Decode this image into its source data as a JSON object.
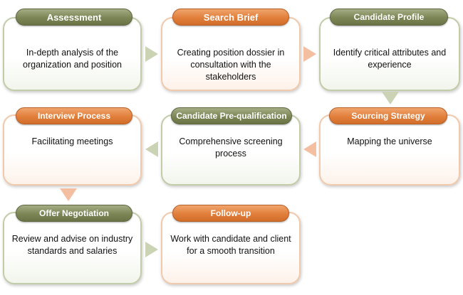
{
  "steps": [
    {
      "title": "Assessment",
      "text": "In-depth analysis of the organization and position",
      "accent": "#7c8555"
    },
    {
      "title": "Search Brief",
      "text": "Creating position dossier in consultation with the stakeholders",
      "accent": "#e17f3b"
    },
    {
      "title": "Candidate Profile",
      "text": "Identify critical attributes and experience",
      "accent": "#7c8555"
    },
    {
      "title": "Sourcing Strategy",
      "text": "Mapping the universe",
      "accent": "#e17f3b"
    },
    {
      "title": "Candidate Pre-qualification",
      "text": "Comprehensive screening process",
      "accent": "#7c8555"
    },
    {
      "title": "Interview Process",
      "text": "Facilitating meetings",
      "accent": "#e17f3b"
    },
    {
      "title": "Offer Negotiation",
      "text": "Review and advise on industry standards and salaries",
      "accent": "#7c8555"
    },
    {
      "title": "Follow-up",
      "text": "Work with candidate and client for a smooth transition",
      "accent": "#e17f3b"
    }
  ],
  "connectors": [
    {
      "from": "Assessment",
      "to": "Search Brief",
      "direction": "right",
      "color": "green"
    },
    {
      "from": "Search Brief",
      "to": "Candidate Profile",
      "direction": "right",
      "color": "orange"
    },
    {
      "from": "Candidate Profile",
      "to": "Sourcing Strategy",
      "direction": "down",
      "color": "green"
    },
    {
      "from": "Sourcing Strategy",
      "to": "Candidate Pre-qualification",
      "direction": "left",
      "color": "orange"
    },
    {
      "from": "Candidate Pre-qualification",
      "to": "Interview Process",
      "direction": "left",
      "color": "green"
    },
    {
      "from": "Interview Process",
      "to": "Offer Negotiation",
      "direction": "down",
      "color": "orange"
    },
    {
      "from": "Offer Negotiation",
      "to": "Follow-up",
      "direction": "right",
      "color": "green"
    }
  ]
}
